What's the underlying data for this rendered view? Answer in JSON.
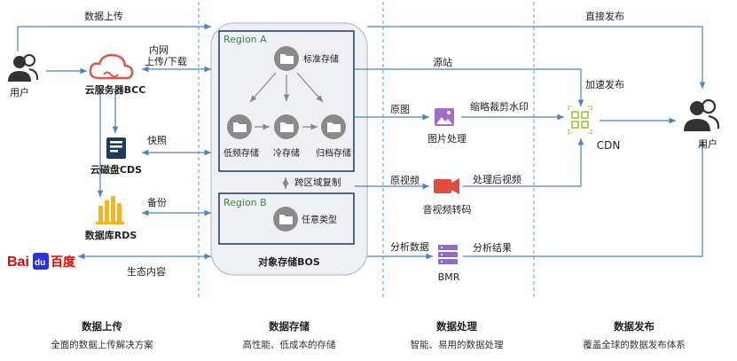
{
  "colors": {
    "arrow": "#4a84c4",
    "dash": "#6a9bd1",
    "bos_bg": "#eef0f3",
    "region_border": "#0b2f52",
    "region_label": "#3a8a3a",
    "storage_circle": "#8a8a8a",
    "cloud_red": "#e05545",
    "disk_navy": "#1f3a5c",
    "db_gold": "#f2b51f",
    "img_purple": "#a46bc8",
    "video_red": "#e24b3f",
    "bmr_purple": "#8f6bc1",
    "cdn_green": "#9cc43a",
    "user_dark": "#333333",
    "baidu_red": "#e10602",
    "baidu_blue": "#2932e1"
  },
  "actors": {
    "user_left": "用户",
    "user_right": "用户"
  },
  "services": {
    "bcc": "云服务器BCC",
    "cds": "云磁盘CDS",
    "rds": "数据库RDS",
    "baidu_logo": "Bai百度",
    "bos": "对象存储BOS",
    "image": "图片处理",
    "video": "音视频转码",
    "bmr": "BMR",
    "cdn": "CDN"
  },
  "regions": {
    "a": "Region A",
    "b": "Region B",
    "cross": "跨区域复制"
  },
  "storage": {
    "standard": "标准存储",
    "low_freq": "低频存储",
    "cold": "冷存储",
    "archive": "归档存储",
    "any": "任意类型"
  },
  "flows": {
    "upload": "数据上传",
    "intranet_1": "内网",
    "intranet_2": "上传/下载",
    "snapshot": "快照",
    "backup": "备份",
    "eco": "生态内容",
    "direct_publish": "直接发布",
    "origin": "源站",
    "accelerate": "加速发布",
    "orig_image": "原图",
    "image_ops": "缩略裁剪水印",
    "orig_video": "原视频",
    "processed_video": "处理后视频",
    "analysis_data": "分析数据",
    "analysis_result": "分析结果"
  },
  "sections": [
    {
      "title": "数据上传",
      "desc": "全面的数据上传解决方案"
    },
    {
      "title": "数据存储",
      "desc": "高性能、低成本的存储"
    },
    {
      "title": "数据处理",
      "desc": "智能、易用的数据处理"
    },
    {
      "title": "数据发布",
      "desc": "覆盖全球的数据发布体系"
    }
  ]
}
